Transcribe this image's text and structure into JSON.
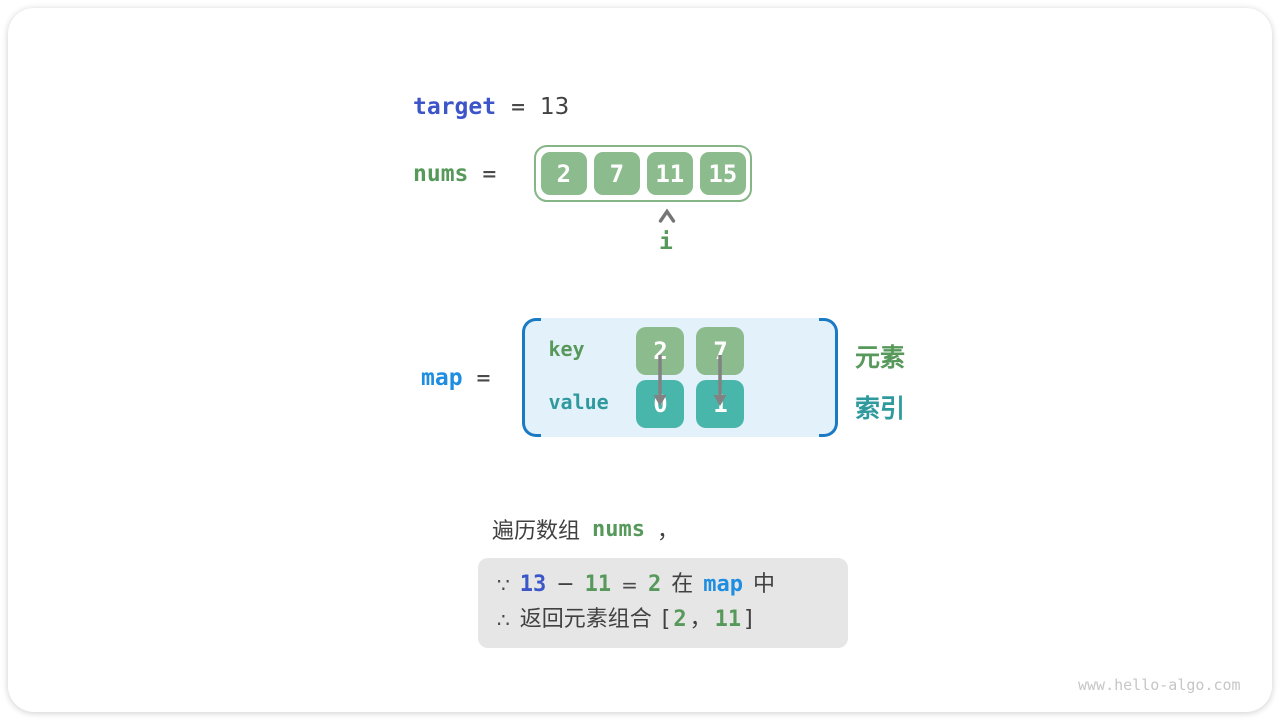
{
  "target_row": {
    "label": "target",
    "equals": "=",
    "value": "13"
  },
  "nums_row": {
    "label": "nums",
    "equals": "=",
    "cells": [
      "2",
      "7",
      "11",
      "15"
    ],
    "pointer_label": "i"
  },
  "map_row": {
    "label": "map",
    "equals": "=",
    "key_label": "key",
    "value_label": "value",
    "keys": [
      "2",
      "7"
    ],
    "values": [
      "0",
      "1"
    ],
    "element_label": "元素",
    "index_label": "索引"
  },
  "caption": {
    "text": "遍历数组",
    "code": "nums",
    "comma": "，"
  },
  "note": {
    "line1": {
      "because": "∵",
      "target_value": "13",
      "minus": "−",
      "current_value": "11",
      "equals": "=",
      "result": "2",
      "in_prefix": "在",
      "map_ref": "map",
      "in_suffix": "中"
    },
    "line2": {
      "therefore": "∴",
      "text": "返回元素组合",
      "bracket_open": "[",
      "value1": "2",
      "comma": "，",
      "value2": "11",
      "bracket_close": "]"
    }
  },
  "watermark": "www.hello-algo.com",
  "colors": {
    "code_blue": "#3c55c8",
    "bright_blue": "#1f8ee0",
    "green_text": "#57995a",
    "green_cell": "#8cbb8d",
    "green_border": "#85b687",
    "teal_text": "#2f9a9e",
    "teal_cell": "#49b6ab",
    "map_box_bg": "#e3f1fa",
    "map_bracket_blue": "#1b7ac4",
    "note_box_bg": "#e6e6e6",
    "arrow_gray": "#828282",
    "dark_text": "#414141",
    "watermark_gray": "#c6c6c6"
  }
}
